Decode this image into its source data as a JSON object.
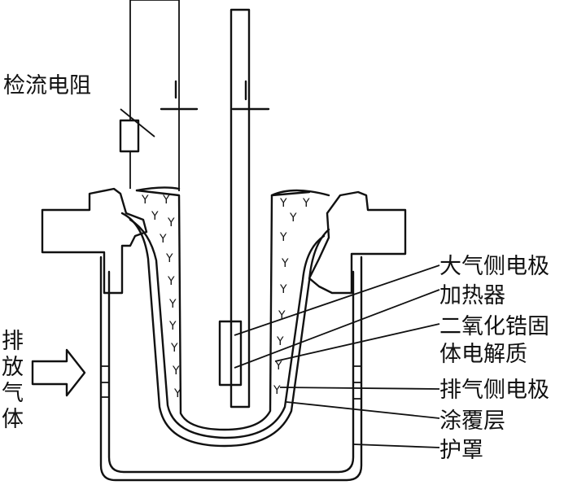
{
  "labels": {
    "shunt_resistor": "检流电阻",
    "exhaust_gas": [
      "排",
      "放",
      "气",
      "体"
    ],
    "atmosphere_electrode": "大气侧电极",
    "heater": "加热器",
    "electrolyte_line1": "二氧化锆固",
    "electrolyte_line2": "体电解质",
    "exhaust_electrode": "排气侧电极",
    "coating": "涂覆层",
    "shield": "护罩"
  },
  "colors": {
    "line": "#111111",
    "background": "#ffffff"
  },
  "icons": {
    "electrolyte_pattern": "y-glyph-fill",
    "flow_arrow": "hollow-right-arrow"
  }
}
